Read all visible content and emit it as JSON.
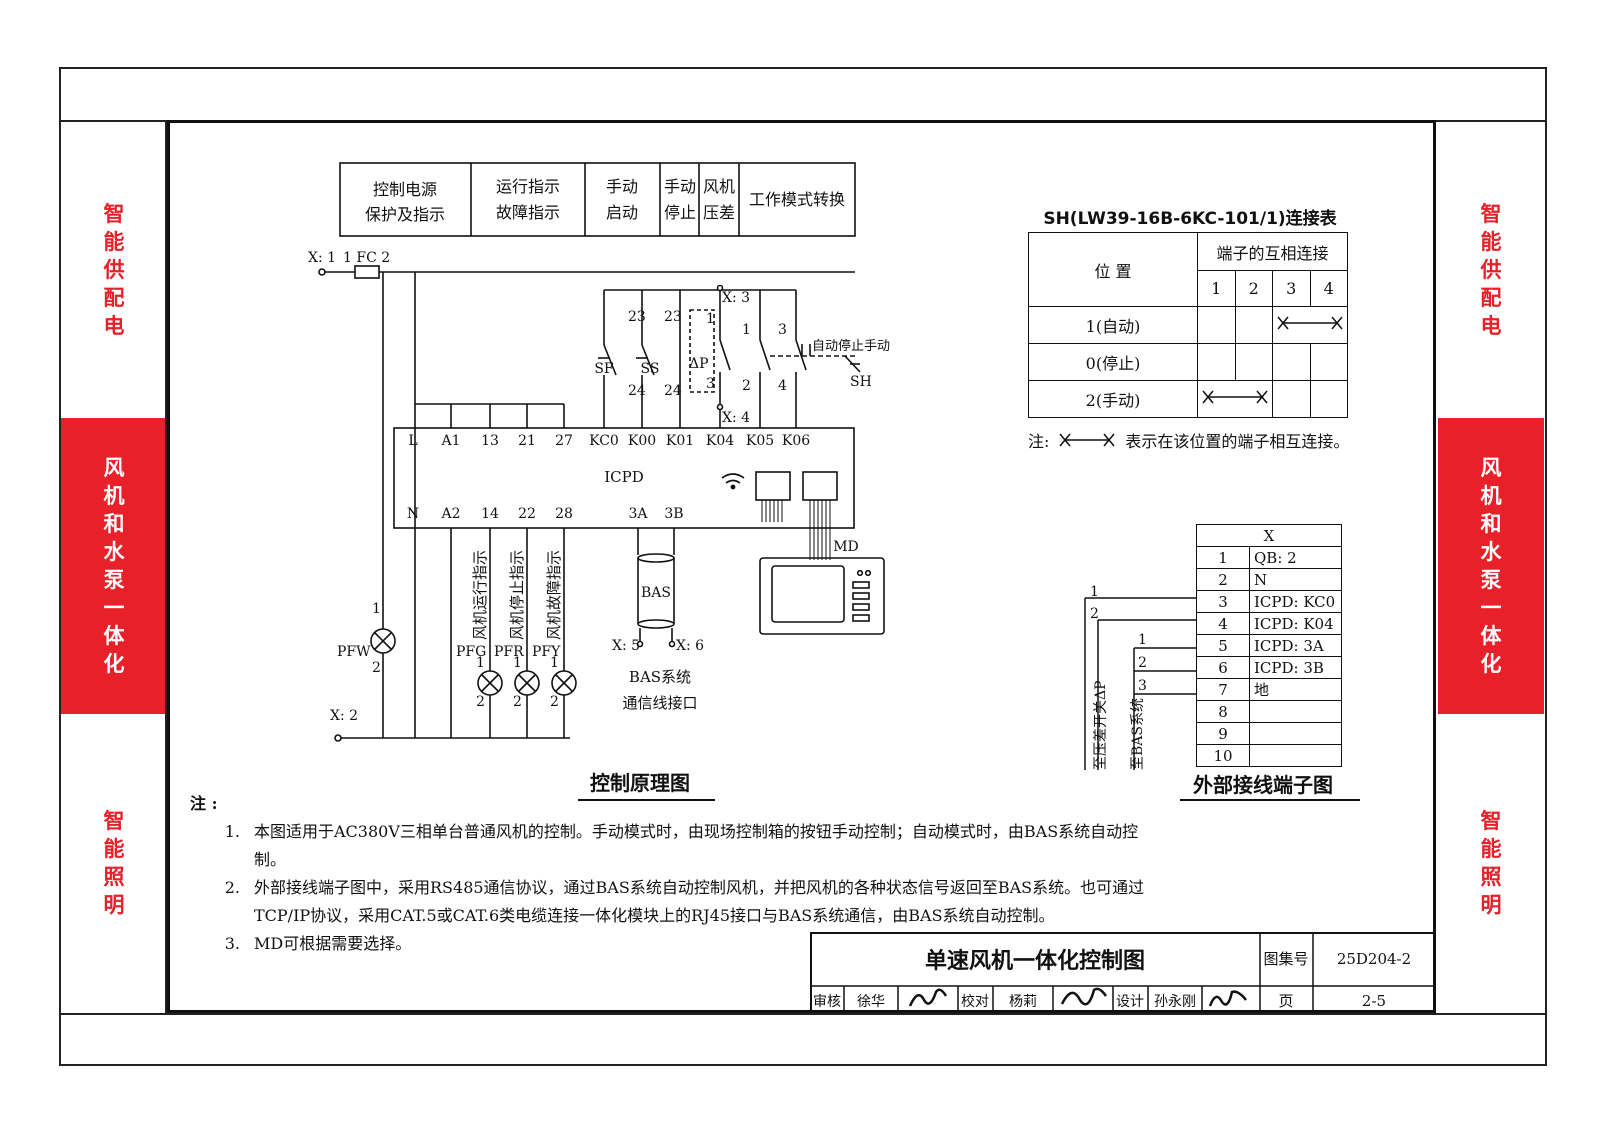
{
  "side_left": [
    {
      "text": "智能供配电",
      "style": "plain"
    },
    {
      "text": "风机和水泵一体化",
      "style": "red"
    },
    {
      "text": "智能照明",
      "style": "plain"
    }
  ],
  "side_right": [
    {
      "text": "智能供配电",
      "style": "plain"
    },
    {
      "text": "风机和水泵一体化",
      "style": "red"
    },
    {
      "text": "智能照明",
      "style": "plain"
    }
  ],
  "header_boxes": [
    {
      "l1": "控制电源",
      "l2": "保护及指示"
    },
    {
      "l1": "运行指示",
      "l2": "故障指示"
    },
    {
      "l1": "手动",
      "l2": "启动"
    },
    {
      "l1": "手动",
      "l2": "停止"
    },
    {
      "l1": "风机",
      "l2": "压差"
    },
    {
      "l1": "工作模式转换",
      "l2": ""
    }
  ],
  "diagram": {
    "x1": "X: 1",
    "x2": "X: 2",
    "fc": "1  FC  2",
    "x3": "X: 3",
    "x4": "X: 4",
    "x5": "X: 5",
    "x6": "X: 6",
    "top_terminals": [
      "L",
      "A1",
      "13",
      "21",
      "27",
      "KC0",
      "K00",
      "K01",
      "K04",
      "K05",
      "K06"
    ],
    "bottom_terminals": [
      "N",
      "A2",
      "14",
      "22",
      "28",
      "3A",
      "3B"
    ],
    "icpd": "ICPD",
    "md": "MD",
    "bas": "BAS",
    "bas_iface_1": "BAS系统",
    "bas_iface_2": "通信线接口",
    "sf": "SF",
    "ss": "SS",
    "dp": "ΔP",
    "sh": "SH",
    "sh_positions": "自动停止手动",
    "pfw": "PFW",
    "pfg": "PFG",
    "pfr": "PFR",
    "pfy": "PFY",
    "lamp_labels": [
      "风机运行指示",
      "风机停止指示",
      "风机故障指示"
    ],
    "contact_nums": {
      "sf_top": "23",
      "sf_bot": "24",
      "ss_top": "23",
      "ss_bot": "24",
      "dp_top": "1",
      "dp_bot": "3",
      "sh1_top": "1",
      "sh1_bot": "2",
      "sh2_top": "3",
      "sh2_bot": "4",
      "lamp_top": "1",
      "lamp_bot": "2"
    }
  },
  "diagram_title": "控制原理图",
  "sh_table": {
    "title": "SH(LW39-16B-6KC-101/1)连接表",
    "col_pos": "位  置",
    "col_conn": "端子的互相连接",
    "terminals": [
      "1",
      "2",
      "3",
      "4"
    ],
    "rows": [
      "1(自动)",
      "0(停止)",
      "2(手动)"
    ],
    "note_prefix": "注:",
    "note_text": "表示在该位置的端子相互连接。"
  },
  "terminal_table": {
    "title": "外部接线端子图",
    "header": "X",
    "rows": [
      {
        "n": "1",
        "v": "QB: 2"
      },
      {
        "n": "2",
        "v": "N"
      },
      {
        "n": "3",
        "v": "ICPD: KC0"
      },
      {
        "n": "4",
        "v": "ICPD: K04"
      },
      {
        "n": "5",
        "v": "ICPD: 3A"
      },
      {
        "n": "6",
        "v": "ICPD: 3B"
      },
      {
        "n": "7",
        "v": "地"
      },
      {
        "n": "8",
        "v": ""
      },
      {
        "n": "9",
        "v": ""
      },
      {
        "n": "10",
        "v": ""
      }
    ],
    "lead_a": "至压差开关ΔP",
    "lead_b": "至BAS系统",
    "lead_nums": [
      "1",
      "2",
      "1",
      "2",
      "3"
    ]
  },
  "notes": {
    "title": "注 :",
    "items": [
      {
        "num": "1.",
        "text": "本图适用于AC380V三相单台普通风机的控制。手动模式时，由现场控制箱的按钮手动控制；自动模式时，由BAS系统自动控制。"
      },
      {
        "num": "2.",
        "text": "外部接线端子图中，采用RS485通信协议，通过BAS系统自动控制风机，并把风机的各种状态信号返回至BAS系统。也可通过TCP/IP协议，采用CAT.5或CAT.6类电缆连接一体化模块上的RJ45接口与BAS系统通信，由BAS系统自动控制。"
      },
      {
        "num": "3.",
        "text": "MD可根据需要选择。"
      }
    ]
  },
  "title_block": {
    "title": "单速风机一体化控制图",
    "atlas_label": "图集号",
    "atlas_no": "25D204-2",
    "page_label": "页",
    "page_no": "2-5",
    "review_label": "审核",
    "review_name": "徐华",
    "check_label": "校对",
    "check_name": "杨莉",
    "design_label": "设计",
    "design_name": "孙永刚"
  }
}
